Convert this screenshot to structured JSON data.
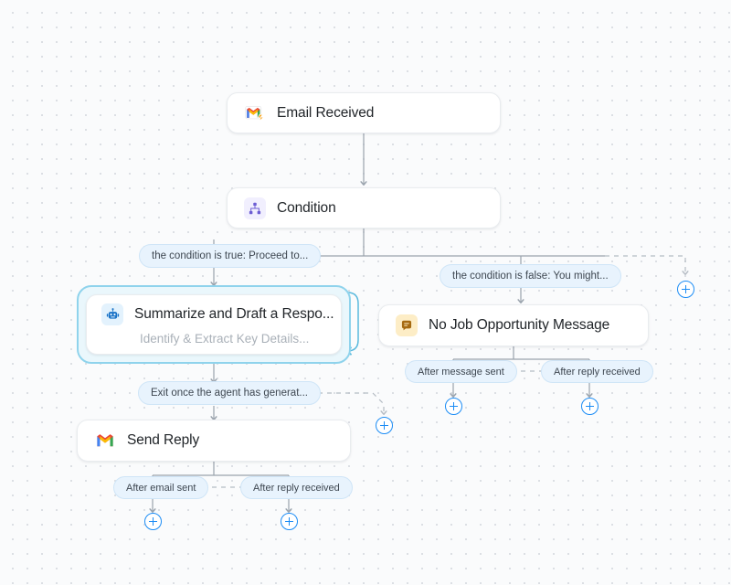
{
  "canvas": {
    "background": "#fafbfc",
    "dot_color": "#d7dae0",
    "accent": "#1b8cf5",
    "selected_border": "#8fd3ec",
    "edge_color": "#9aa3ad"
  },
  "nodes": [
    {
      "id": "email-received",
      "title": "Email Received",
      "icon": "gmail-trigger-icon",
      "subtitle": null,
      "selected": false
    },
    {
      "id": "condition",
      "title": "Condition",
      "icon": "condition-branch-icon",
      "subtitle": null,
      "selected": false
    },
    {
      "id": "summarize-draft",
      "title": "Summarize and Draft a Respo...",
      "icon": "robot-agent-icon",
      "subtitle": "Identify & Extract Key Details...",
      "selected": true
    },
    {
      "id": "no-job-opportunity",
      "title": "No Job Opportunity Message",
      "icon": "message-icon",
      "subtitle": null,
      "selected": false
    },
    {
      "id": "send-reply",
      "title": "Send Reply",
      "icon": "gmail-icon",
      "subtitle": null,
      "selected": false
    }
  ],
  "edge_labels": {
    "condition_true": "the condition is true: Proceed to...",
    "condition_false": "the condition is false: You might...",
    "agent_exit": "Exit once the agent has generat...",
    "after_email_sent": "After email sent",
    "after_reply_received_left": "After reply received",
    "after_message_sent": "After message sent",
    "after_reply_received_right": "After reply received"
  },
  "add_buttons": [
    {
      "id": "add-after-condition-far-right",
      "label": "+"
    },
    {
      "id": "add-after-message-sent",
      "label": "+"
    },
    {
      "id": "add-after-reply-received-right",
      "label": "+"
    },
    {
      "id": "add-after-agent-exit",
      "label": "+"
    },
    {
      "id": "add-after-email-sent",
      "label": "+"
    },
    {
      "id": "add-after-reply-received-left",
      "label": "+"
    }
  ]
}
